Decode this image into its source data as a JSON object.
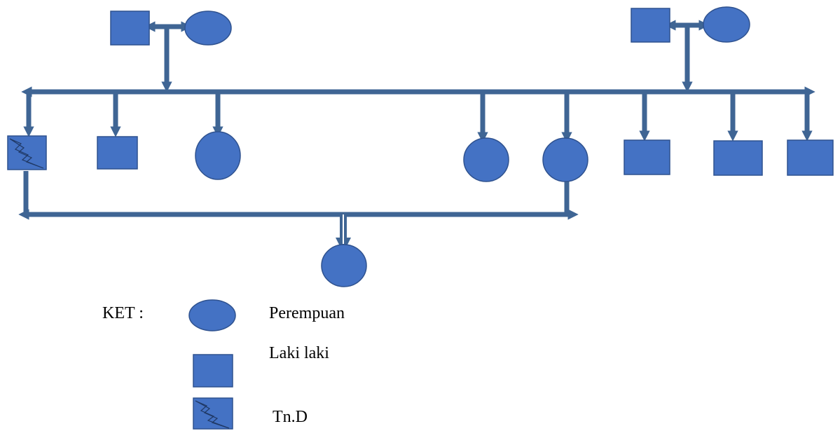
{
  "legend": {
    "heading": "KET :",
    "female_label": "Perempuan",
    "male_label": "Laki laki",
    "patient_label": "Tn.D"
  },
  "colors": {
    "fill": "#4472C4",
    "stroke": "#2F528F",
    "line": "#3F6594",
    "line_outline": "#2F4F7A"
  },
  "icons": {
    "female": "circle",
    "male": "square",
    "patient": "square-with-lightning"
  }
}
